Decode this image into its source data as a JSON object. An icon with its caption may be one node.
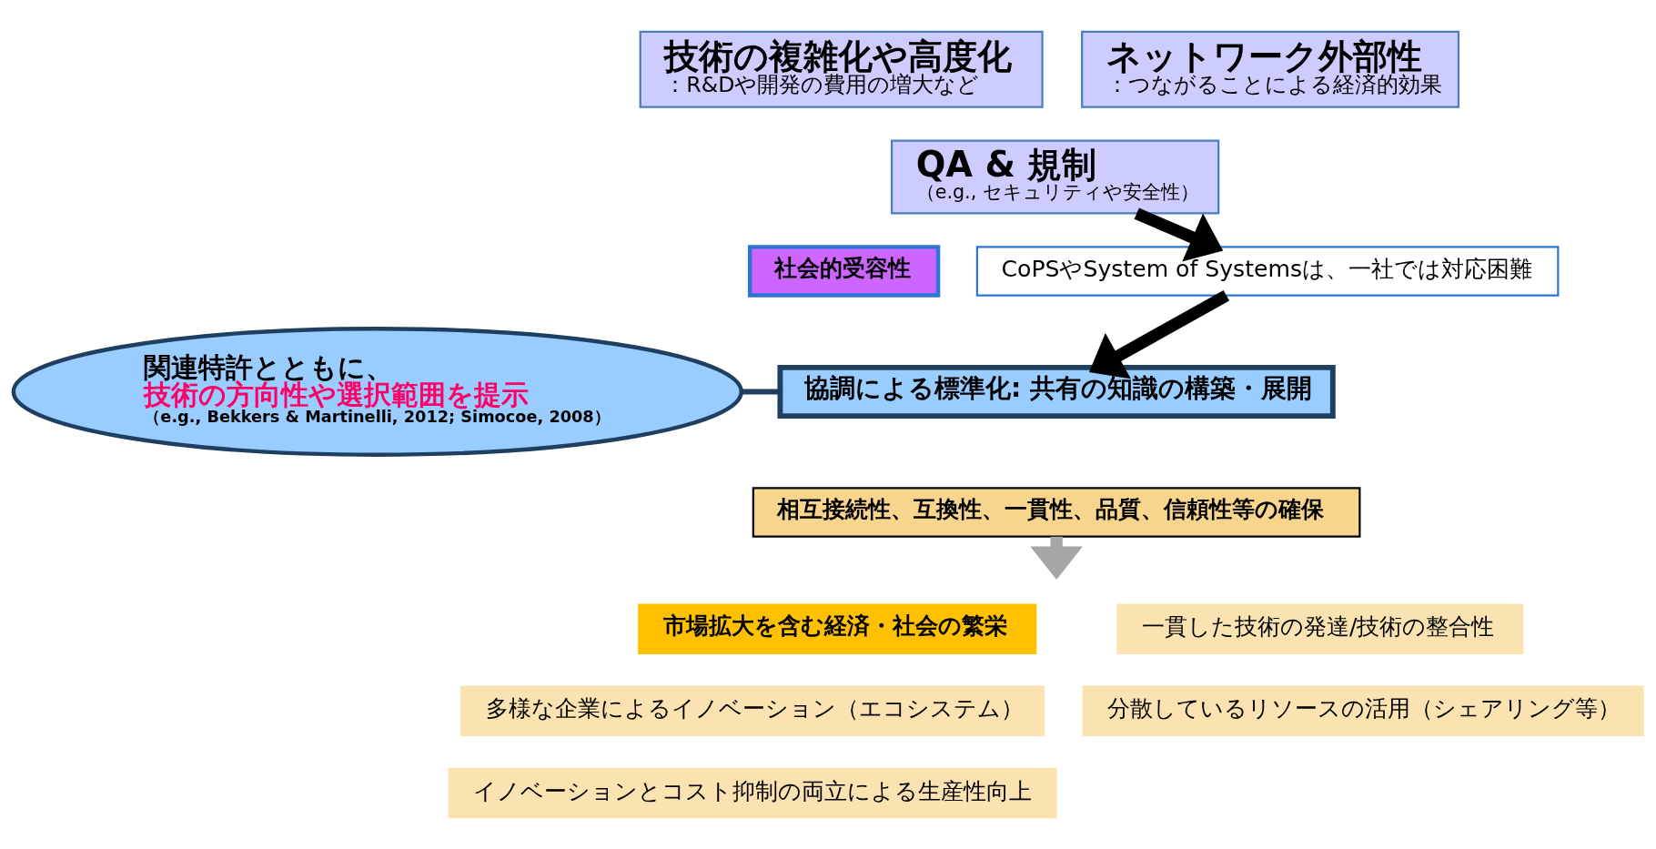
{
  "diagram": {
    "nodes": [
      {
        "text": [
          "技術の複雑化や高度化",
          "：R&Dや開発の費用の増大など"
        ]
      },
      {
        "text": [
          "ネットワーク外部性",
          "：つながることによる経済的効果"
        ]
      },
      {
        "text": [
          "QA & 規制",
          "（e.g., セキュリティや安全性）"
        ]
      },
      {
        "text": [
          "社会的受容性"
        ]
      },
      {
        "text": [
          "CoPSやSystem of Systemsは、一社では対応困難"
        ]
      },
      {
        "text": [
          "協調による標準化: 共有の知識の構築・展開"
        ]
      },
      {
        "text": [
          "相互接続性、互換性、一貫性、品質、信頼性等の確保"
        ]
      },
      {
        "text": [
          "関連特許とともに、",
          "技術の方向性や選択範囲を提示",
          "（e.g., Bekkers & Martinelli, 2012; Simocoe, 2008）"
        ]
      },
      {
        "text": [
          "市場拡大を含む経済・社会の繁栄"
        ]
      },
      {
        "text": [
          "一貫した技術の発達/技術の整合性"
        ]
      },
      {
        "text": [
          "多様な企業によるイノベーション（エコシステム）"
        ]
      },
      {
        "text": [
          "分散しているリソースの活用（シェアリング等）"
        ]
      },
      {
        "text": [
          "イノベーションとコスト抑制の両立による生産性向上"
        ]
      }
    ],
    "edges": [
      {
        "from": 2,
        "to": 4,
        "arrow": "to"
      },
      {
        "from": 4,
        "to": 5,
        "arrow": "to"
      },
      {
        "from": 7,
        "to": 5,
        "arrow": "none",
        "color": "#1f3f60"
      },
      {
        "from": 6,
        "to": null,
        "arrow": "to",
        "color": "#a6a6a6"
      }
    ]
  }
}
